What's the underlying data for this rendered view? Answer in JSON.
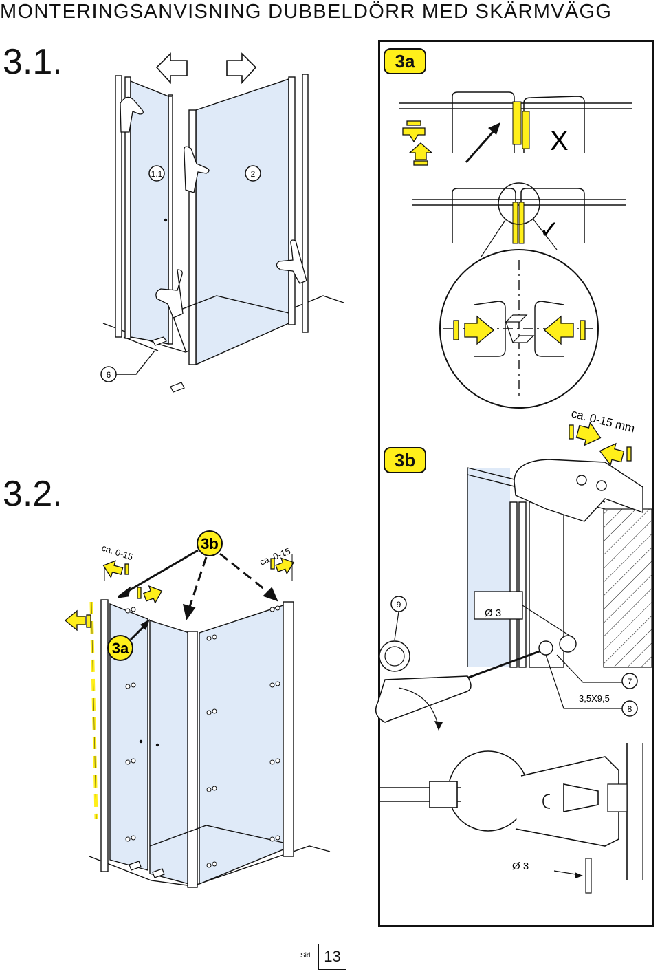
{
  "document": {
    "title": "MONTERINGSANVISNING  DUBBELDÖRR  MED  SKÄRMVÄGG"
  },
  "sections": [
    {
      "number": "3.1."
    },
    {
      "number": "3.2."
    }
  ],
  "callouts": {
    "part_1_1": "1.1",
    "part_2": "2",
    "part_6": "6",
    "part_7": "7",
    "part_8": "8",
    "part_9": "9",
    "detail_3a": "3a",
    "detail_3b": "3b"
  },
  "annotations": {
    "gap_ca_15": "ca. 0-15",
    "gap_ca_15_mm": "ca. 0-15 mm",
    "drill_diameter": "Ø 3",
    "screw_size": "3,5X9,5",
    "mark_wrong": "X",
    "mark_right": "✓"
  },
  "footer": {
    "label": "Sid",
    "page_number": "13"
  },
  "colors": {
    "accent_yellow": "#ffef1a",
    "glass_blue": "#dfeaf8",
    "line": "#111111"
  }
}
